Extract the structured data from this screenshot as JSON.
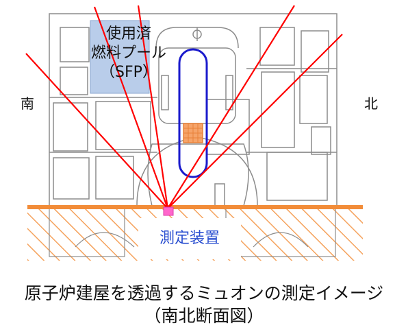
{
  "labels": {
    "south": "南",
    "north": "北",
    "sfp_line1": "使用済",
    "sfp_line2": "燃料プール",
    "sfp_line3": "（SFP）",
    "device": "測定装置"
  },
  "caption": {
    "line1": "原子炉建屋を透過するミュオンの測定イメージ",
    "line2": "（南北断面図）"
  },
  "colors": {
    "muon_rays": "#ff0000",
    "vessel_outline": "#1a1acc",
    "ground_line": "#f28c38",
    "ground_hatch": "#f5a25c",
    "fuel_grid": "#e8823a",
    "detector": "#ff66cc",
    "sfp_fill": "#b9cdea",
    "building_lines": "#8c8c8c"
  },
  "icons": {
    "detector": "pink-square-detector-icon"
  }
}
